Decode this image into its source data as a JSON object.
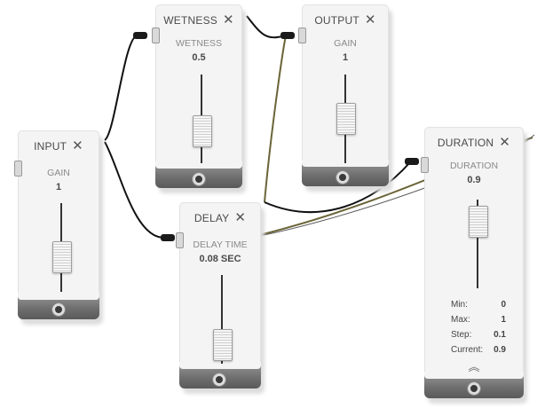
{
  "modules": {
    "input": {
      "title": "INPUT",
      "param_label": "GAIN",
      "value": "1",
      "level": 0.35
    },
    "wetness": {
      "title": "WETNESS",
      "param_label": "WETNESS",
      "value": "0.5",
      "level": 0.3
    },
    "output": {
      "title": "OUTPUT",
      "param_label": "GAIN",
      "value": "1",
      "level": 0.52
    },
    "delay": {
      "title": "DELAY",
      "param_label": "DELAY TIME",
      "value": "0.08 SEC",
      "level": 0.08
    },
    "duration": {
      "title": "DURATION",
      "param_label": "DURATION",
      "value": "0.9",
      "level": 0.9,
      "props": [
        {
          "label": "Min:",
          "value": "0"
        },
        {
          "label": "Max:",
          "value": "1"
        },
        {
          "label": "Step:",
          "value": "0.1"
        },
        {
          "label": "Current:",
          "value": "0.9"
        }
      ]
    }
  },
  "icons": {
    "close": "close-icon",
    "collapse": "chevron-up-icon",
    "output_jack": "output-jack-icon",
    "input_jack": "input-jack-icon"
  },
  "colors": {
    "cable_black": "#111111",
    "cable_olive": "#6b6437",
    "card": "#f4f4f4",
    "base": "#6e6e6e"
  }
}
